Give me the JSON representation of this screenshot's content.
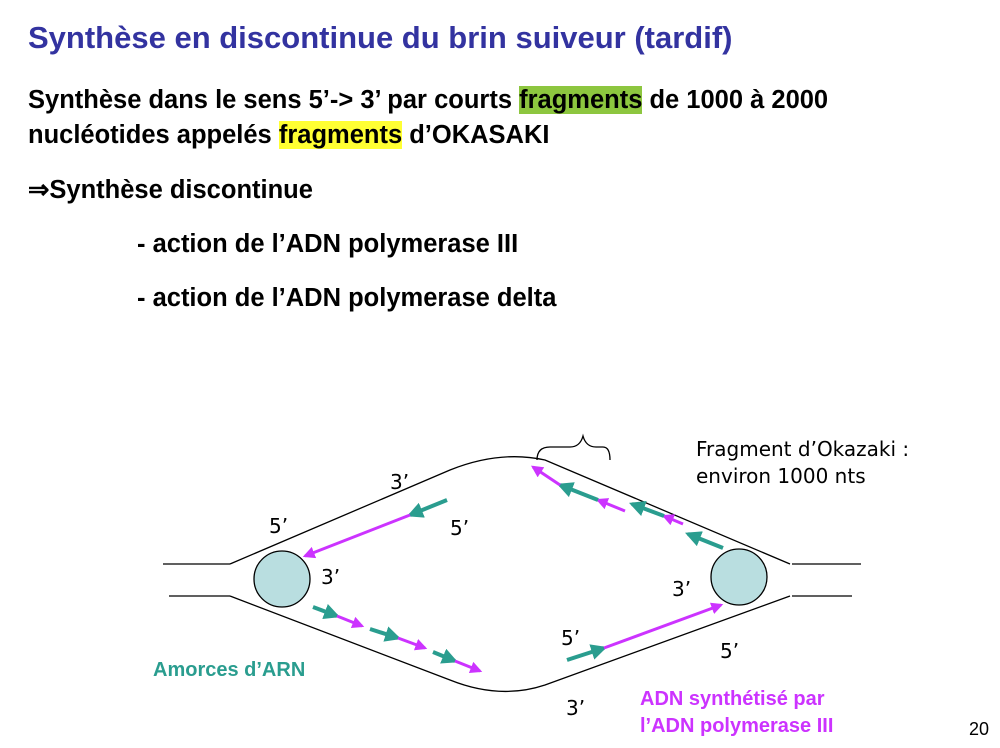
{
  "title": "Synthèse en discontinue du brin suiveur (tardif)",
  "intro": {
    "line1_a": "Synthèse dans le sens 5’-> 3’ par courts ",
    "line1_hl": "fragments",
    "line1_b": " de 1000 à 2000",
    "line2_a": "nucléotides appelés ",
    "line2_hl": "fragments",
    "line2_b": " d’OKASAKI"
  },
  "implies": {
    "arrow": "⇒",
    "text": "Synthèse discontinue"
  },
  "actions": [
    "- action de l’ADN polymerase III",
    "- action de l’ADN polymerase delta"
  ],
  "diagram": {
    "okazaki_label_1": "Fragment d’Okazaki :",
    "okazaki_label_2": "environ 1000 nts",
    "ends": {
      "top_left_3": "3’",
      "top_left_5_outer": "5’",
      "top_left_5_inner": "5’",
      "left_3": "3’",
      "right_3": "3’",
      "bottom_right_5_inner": "5’",
      "bottom_right_5_outer": "5’",
      "bottom_3": "3’"
    },
    "legend_primers": "Amorces d’ARN",
    "legend_dna_1": "ADN synthétisé par",
    "legend_dna_2": "l’ADN polymerase III",
    "colors": {
      "primer": "#2a9d8f",
      "dna": "#cc33ff",
      "helicase": "#b9dee0"
    }
  },
  "page_number": "20"
}
